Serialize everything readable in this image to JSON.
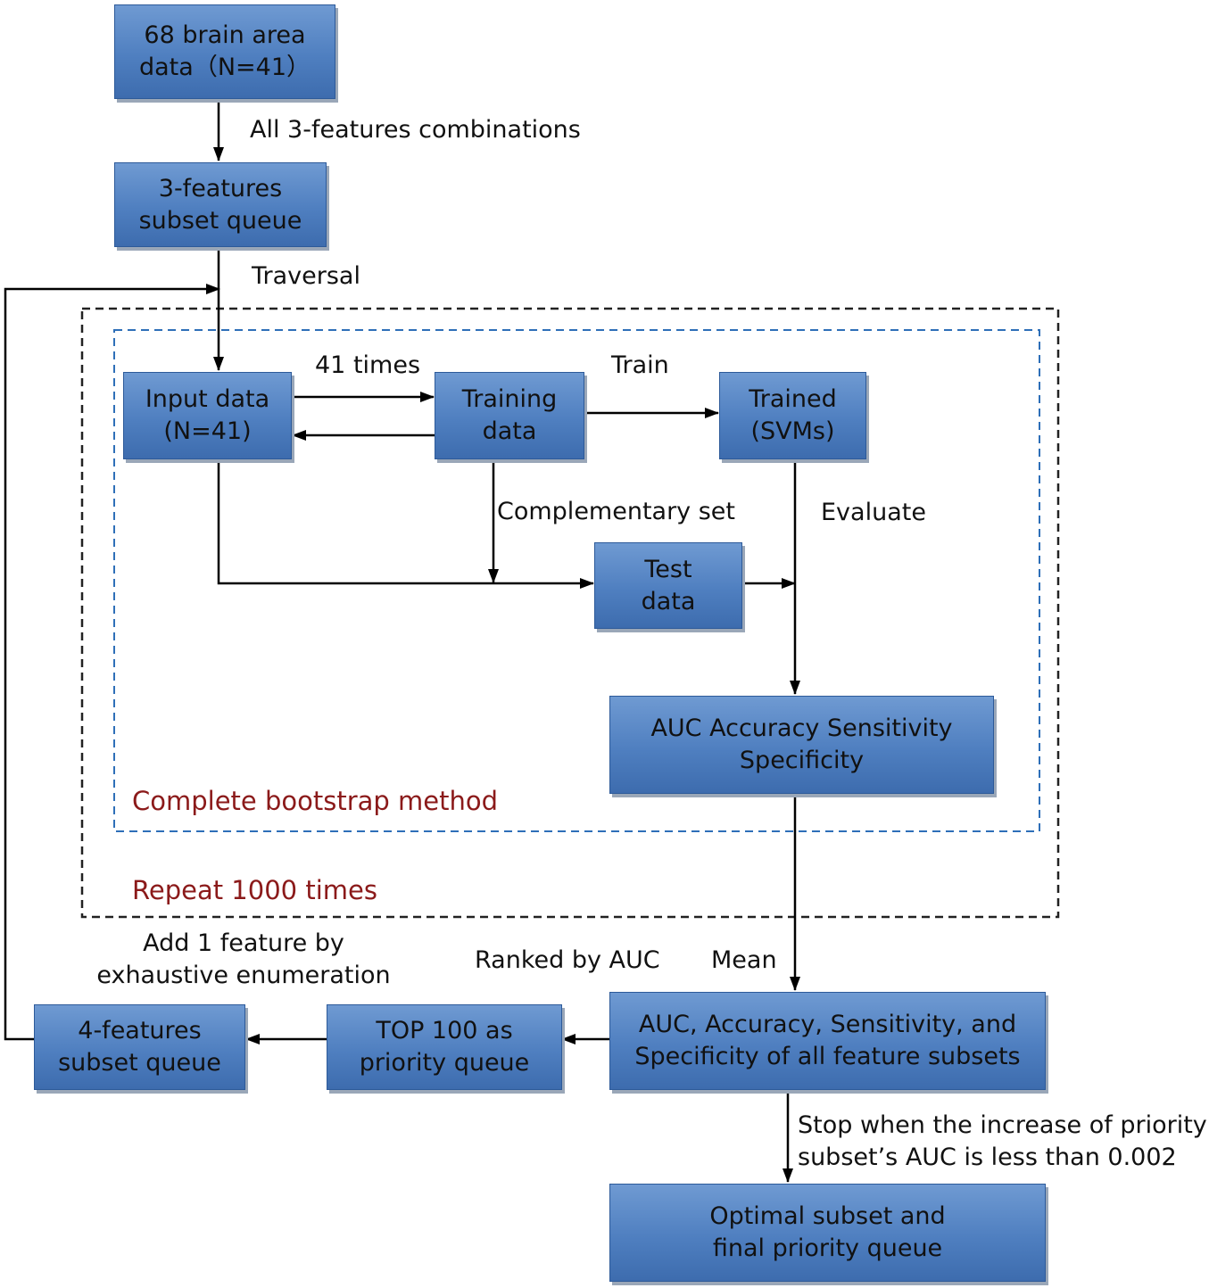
{
  "boxes": {
    "brain_data": [
      "68 brain area",
      "data（N=41）"
    ],
    "subset3": [
      "3-features",
      "subset queue"
    ],
    "input_data": [
      "Input data",
      "(N=41)"
    ],
    "training_data": [
      "Training",
      "data"
    ],
    "trained_svms": [
      "Trained",
      "(SVMs)"
    ],
    "test_data": [
      "Test",
      "data"
    ],
    "metrics": [
      "AUC Accuracy Sensitivity",
      "Specificity"
    ],
    "all_metrics": [
      "AUC, Accuracy, Sensitivity, and",
      "Specificity of all feature subsets"
    ],
    "top100": [
      "TOP 100 as",
      "priority queue"
    ],
    "subset4": [
      "4-features",
      "subset queue"
    ],
    "optimal": [
      "Optimal subset and",
      "final priority queue"
    ]
  },
  "labels": {
    "all_combinations": "All 3-features combinations",
    "traversal": "Traversal",
    "times41": "41 times",
    "train": "Train",
    "complementary": "Complementary set",
    "evaluate": "Evaluate",
    "bootstrap": "Complete bootstrap method",
    "repeat": "Repeat 1000  times",
    "add_feature": [
      "Add 1 feature by",
      "exhaustive enumeration"
    ],
    "ranked": "Ranked by AUC",
    "mean": "Mean",
    "stop": [
      "Stop when the increase of priority",
      "subset’s AUC is less than 0.002"
    ]
  },
  "colors": {
    "box_fill": "#4f7fc0",
    "box_border": "#2d5a99",
    "outer_dash": "#222222",
    "inner_dash": "#2e6fb8",
    "method_text": "#8b1a1a"
  }
}
